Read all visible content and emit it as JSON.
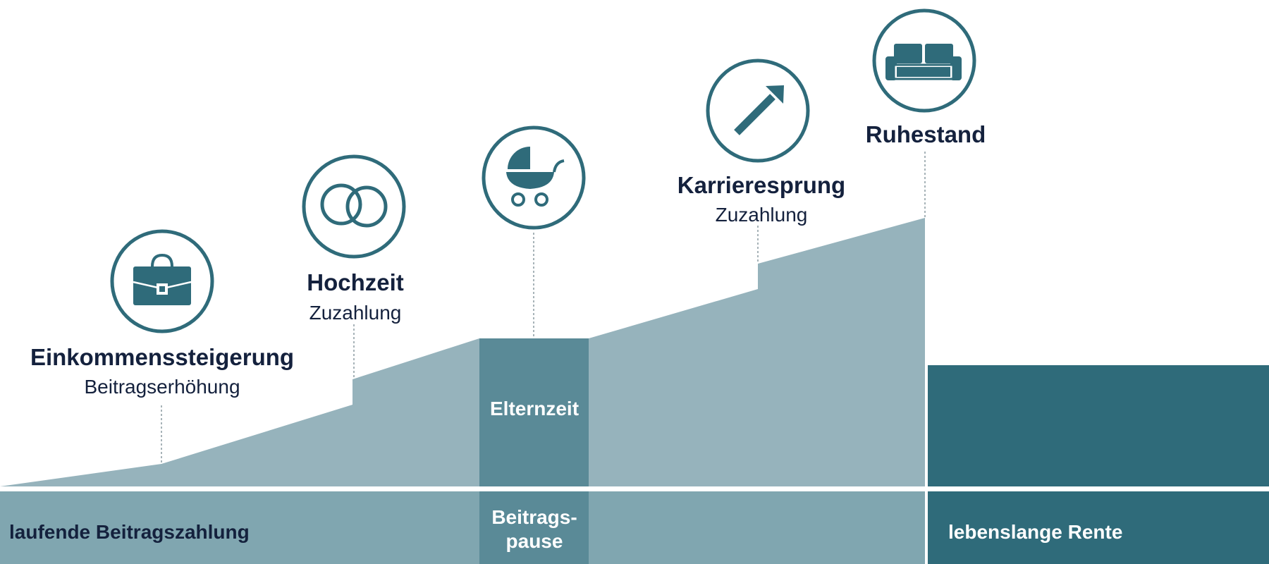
{
  "colors": {
    "navy": "#14213d",
    "teal": "#2f6b7a",
    "teal_mid": "#5a8a97",
    "area": "#96b3bc",
    "bar": "#80a6b0",
    "white": "#ffffff",
    "dotted": "#8a9aa0"
  },
  "milestones": [
    {
      "title": "Einkommenssteigerung",
      "subtitle": "Beitragserhöhung",
      "icon": "briefcase-icon"
    },
    {
      "title": "Hochzeit",
      "subtitle": "Zuzahlung",
      "icon": "rings-icon"
    },
    {
      "title": "",
      "subtitle": "",
      "icon": "stroller-icon"
    },
    {
      "title": "Karrieresprung",
      "subtitle": "Zuzahlung",
      "icon": "arrow-up-right-icon"
    },
    {
      "title": "Ruhestand",
      "subtitle": "",
      "icon": "couch-icon"
    }
  ],
  "labels": {
    "elternzeit": "Elternzeit",
    "pause_line1": "Beitrags-",
    "pause_line2": "pause",
    "laufend": "laufende Beitragszahlung",
    "rente": "lebenslange Rente"
  }
}
